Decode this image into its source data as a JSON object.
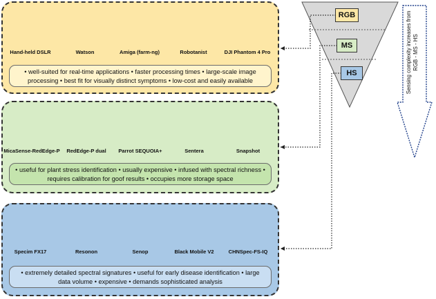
{
  "rgb": {
    "cameras": [
      "Hand-held DSLR",
      "Watson",
      "Amiga (farm-ng)",
      "Robotanist",
      "DJI Phantom 4 Pro"
    ],
    "description": "• well-suited for real-time applications • faster processing times • large-scale image processing • best fit for visually distinct symptoms • low-cost and easily available"
  },
  "ms": {
    "cameras": [
      "MicaSense-RedEdge-P",
      "RedEdge-P dual",
      "Parrot SEQUOIA+",
      "Sentera",
      "Snapshot"
    ],
    "description": "• useful for plant stress identification • usually expensive • infused with spectral richness • requires calibration for goof results • occupies more storage space"
  },
  "hs": {
    "cameras": [
      "Specim FX17",
      "Resonon",
      "Senop",
      "Black Mobile V2",
      "CHNSpec-FS-IQ"
    ],
    "description": "• extremely detailed spectral signatures • useful for early disease identification • large data volume • expensive • demands sophisticated analysis"
  },
  "pyramid": {
    "levels": [
      "RGB",
      "MS",
      "HS"
    ]
  },
  "arrow_text": "Sensing complexity increases from RGB - MS - HS"
}
